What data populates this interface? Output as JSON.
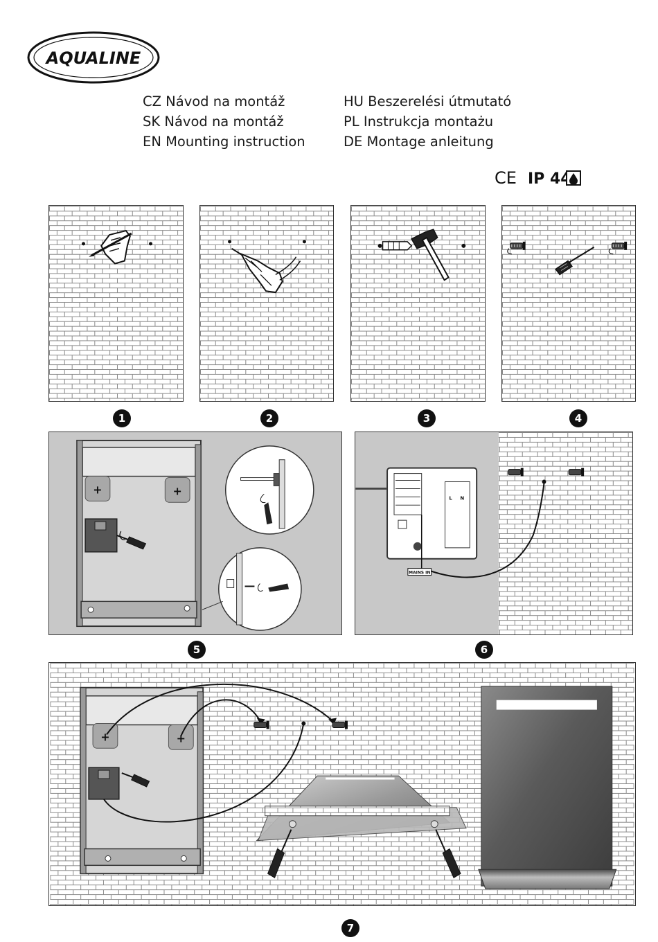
{
  "brand": {
    "logo_text": "AQUALINE"
  },
  "instructions_left": [
    "CZ Návod na montáž",
    "SK Návod na montáž",
    "EN Mounting instruction"
  ],
  "instructions_right": [
    "HU Beszerelési útmutató",
    "PL Instrukcja montażu",
    "DE  Montage anleitung"
  ],
  "certification": {
    "ce": "CE",
    "ip": "IP 44"
  },
  "steps": [
    "1",
    "2",
    "3",
    "4",
    "5",
    "6",
    "7"
  ],
  "wiring": {
    "mains_label": "MAINS IN",
    "terminal_l": "L",
    "terminal_n": "N"
  },
  "icons": [
    "brick-wall-pattern",
    "pencil-hand-icon",
    "drill-icon",
    "hammer-icon",
    "wall-plug-icon",
    "screw-icon",
    "screwdriver-icon",
    "cert-water-drop-icon"
  ]
}
